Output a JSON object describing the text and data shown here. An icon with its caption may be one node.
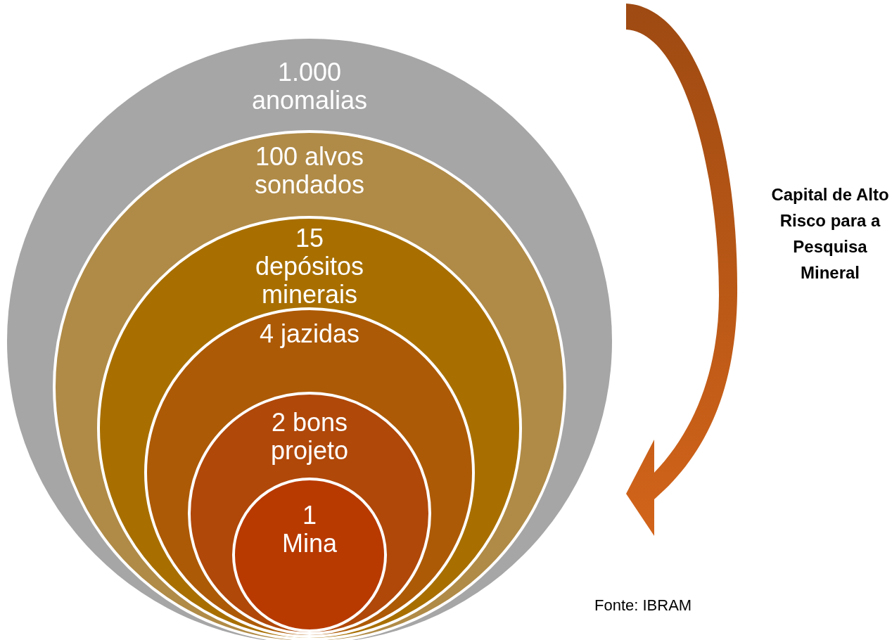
{
  "diagram": {
    "nodes": [
      {
        "text": [
          "1.000 anomalias"
        ]
      },
      {
        "text": [
          "100 alvos sondados"
        ],
        "in": 0
      },
      {
        "text": [
          "15 depósitos minerais"
        ],
        "in": 1
      },
      {
        "text": [
          "4 jazidas"
        ],
        "in": 2
      },
      {
        "text": [
          "2 bons projeto"
        ],
        "in": 3
      },
      {
        "text": [
          "1 Mina"
        ],
        "in": 4
      }
    ],
    "edges": [],
    "labels": [
      "Capital de Alto Risco para a Pesquisa Mineral",
      "Fonte: IBRAM"
    ]
  }
}
